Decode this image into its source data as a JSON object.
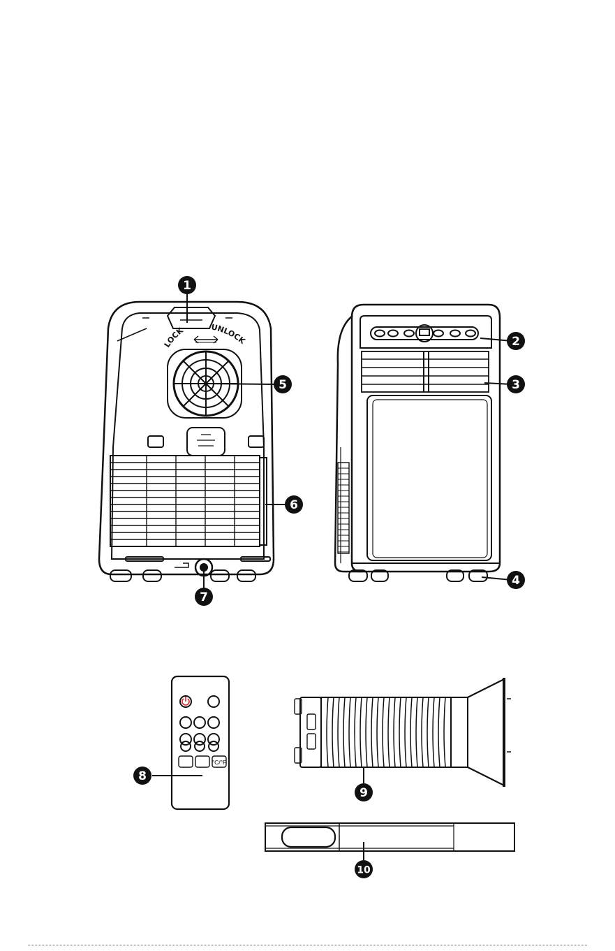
{
  "callouts": [
    {
      "id": 1,
      "label": "1"
    },
    {
      "id": 2,
      "label": "2"
    },
    {
      "id": 3,
      "label": "3"
    },
    {
      "id": 4,
      "label": "4"
    },
    {
      "id": 5,
      "label": "5"
    },
    {
      "id": 6,
      "label": "6"
    },
    {
      "id": 7,
      "label": "7"
    },
    {
      "id": 8,
      "label": "8"
    },
    {
      "id": 9,
      "label": "9"
    },
    {
      "id": 10,
      "label": "10"
    }
  ],
  "back_unit": {
    "lock_label": "LOCK",
    "unlock_label": "UNLOCK"
  },
  "remote": {
    "cf_label": "°C/°F"
  },
  "colors": {
    "line": "#111111",
    "callout_fill": "#111111",
    "power_icon": "#d8232a"
  }
}
